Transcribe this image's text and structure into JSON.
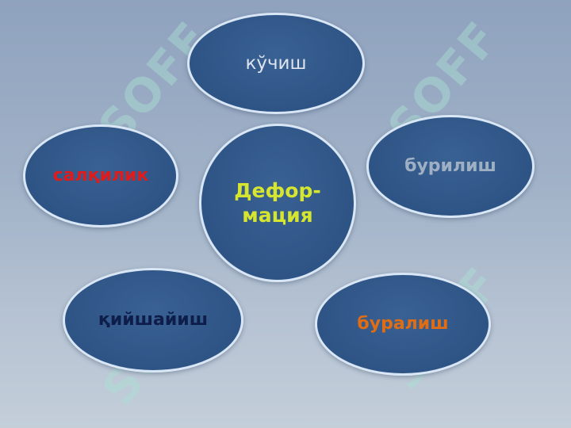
{
  "watermark": {
    "text": "SOFF",
    "color": "#aae1d2"
  },
  "diagram": {
    "ellipse_color": "#2f5687",
    "border_color": "#d8e6f5",
    "center": {
      "line1": "Дефор-",
      "line2": "мация",
      "color": "#d6e62e"
    },
    "nodes": {
      "top": {
        "label": "кўчиш",
        "color": "#dde4ee"
      },
      "right": {
        "label": "бурилиш",
        "color": "#9fb0c4"
      },
      "left": {
        "label": "салқилик",
        "color": "#e01b1b"
      },
      "bottom_left": {
        "label": "қийшайиш",
        "color": "#0f1d4a"
      },
      "bottom_right": {
        "label": "буралиш",
        "color": "#e06d14"
      }
    }
  }
}
